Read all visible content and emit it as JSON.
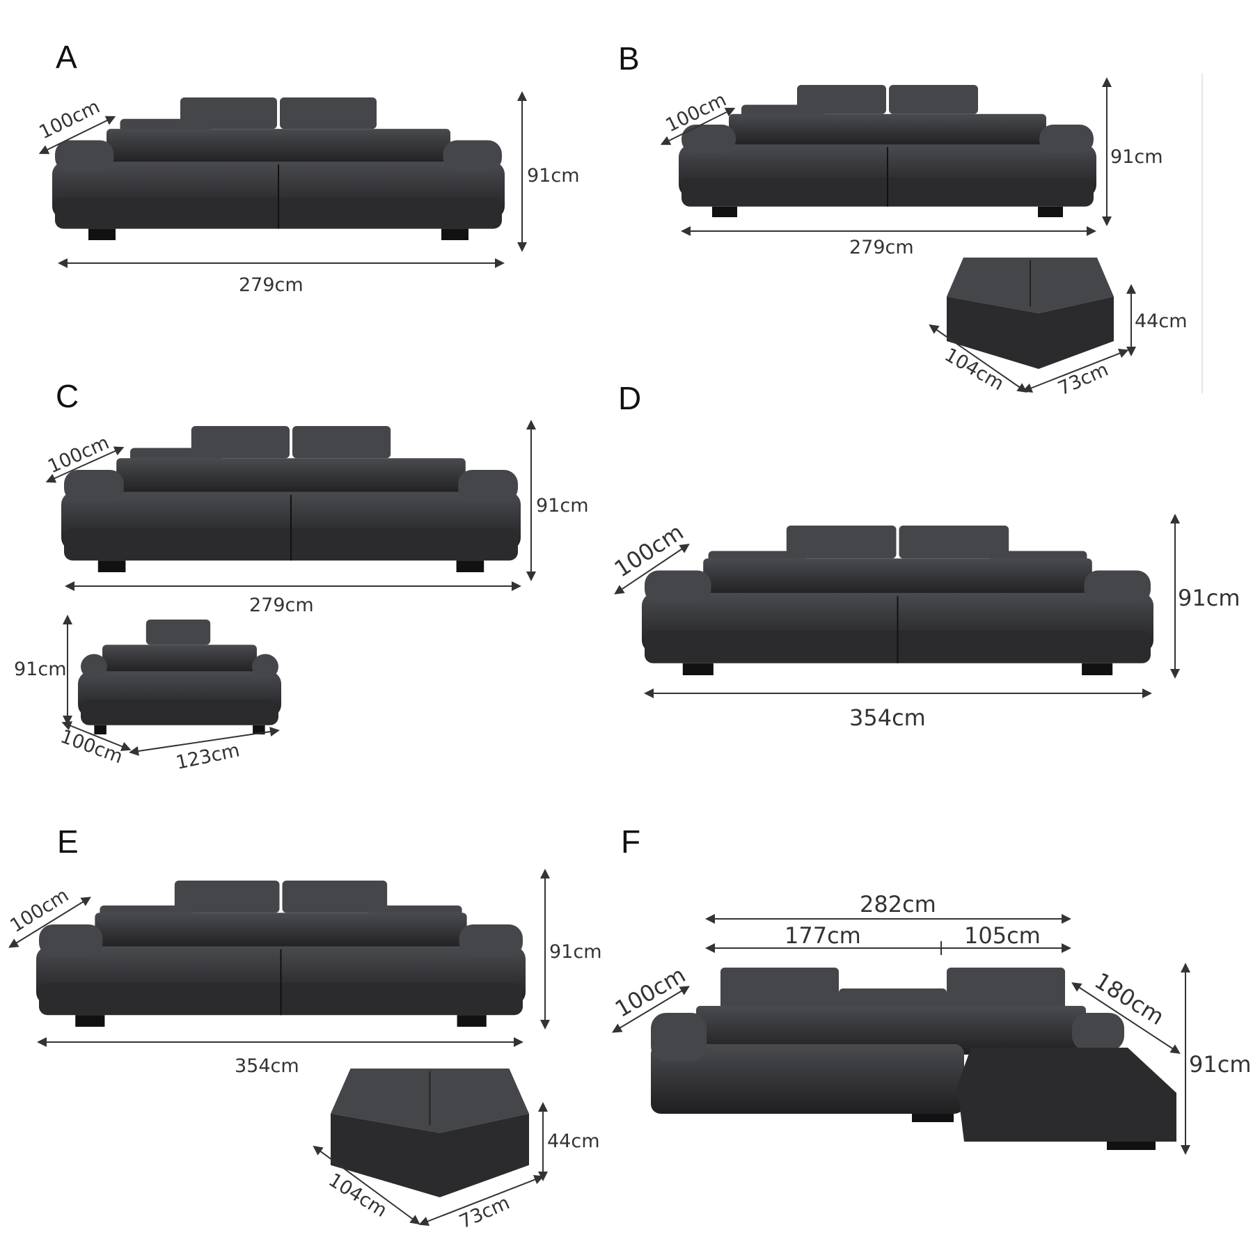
{
  "panels": {
    "A": {
      "label": "A",
      "depth": "100cm",
      "height": "91cm",
      "width": "279cm"
    },
    "B": {
      "label": "B",
      "depth": "100cm",
      "height": "91cm",
      "width": "279cm",
      "ottoman": {
        "height": "44cm",
        "length": "104cm",
        "depth": "73cm"
      }
    },
    "C": {
      "label": "C",
      "depth": "100cm",
      "height": "91cm",
      "width": "279cm",
      "chair": {
        "height": "91cm",
        "depth": "100cm",
        "width": "123cm"
      }
    },
    "D": {
      "label": "D",
      "depth": "100cm",
      "height": "91cm",
      "width": "354cm"
    },
    "E": {
      "label": "E",
      "depth": "100cm",
      "height": "91cm",
      "width": "354cm",
      "ottoman": {
        "height": "44cm",
        "length": "104cm",
        "depth": "73cm"
      }
    },
    "F": {
      "label": "F",
      "total_width": "282cm",
      "left_width": "177cm",
      "right_width": "105cm",
      "depth": "100cm",
      "chaise_length": "180cm",
      "height": "91cm"
    }
  },
  "colors": {
    "leather": "#2b2b2d",
    "leather_light": "#45464a",
    "dimension": "#333333"
  }
}
